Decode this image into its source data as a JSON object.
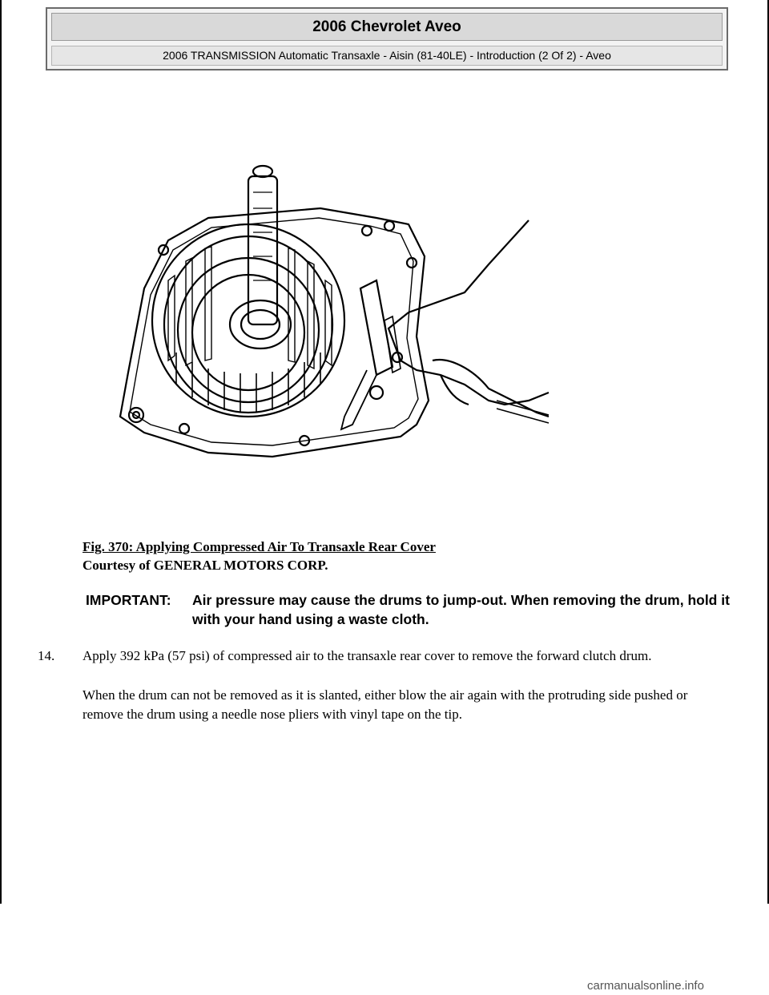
{
  "header": {
    "title": "2006 Chevrolet Aveo",
    "subtitle": "2006 TRANSMISSION Automatic Transaxle - Aisin (81-40LE) - Introduction (2 Of 2) - Aveo"
  },
  "figure": {
    "caption": "Fig. 370: Applying Compressed Air To Transaxle Rear Cover",
    "credit": "Courtesy of GENERAL MOTORS CORP."
  },
  "important": {
    "label": "IMPORTANT:",
    "text": "Air pressure may cause the drums to jump-out. When removing the drum, hold it with your hand using a waste cloth."
  },
  "step": {
    "number": "14.",
    "text": "Apply 392 kPa (57 psi) of compressed air to the transaxle rear cover to remove the forward clutch drum.",
    "note": "When the drum can not be removed as it is slanted, either blow the air again with the protruding side pushed or remove the drum using a needle nose pliers with vinyl tape on the tip."
  },
  "watermark": "carmanualsonline.info"
}
